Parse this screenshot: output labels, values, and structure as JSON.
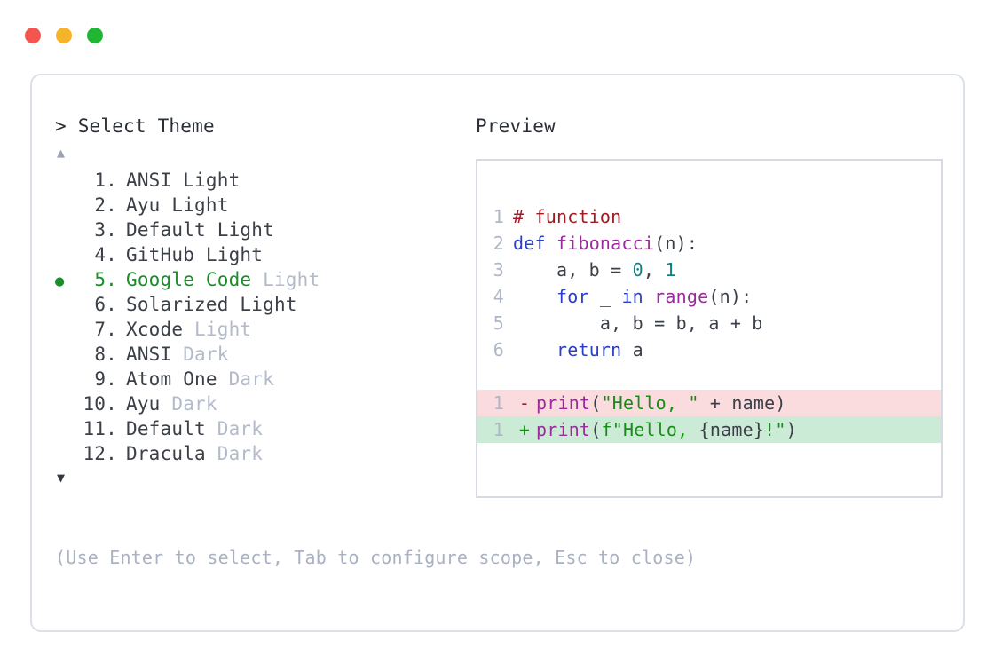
{
  "window": {
    "dots": [
      {
        "name": "close",
        "color": "#F4554E"
      },
      {
        "name": "minimize",
        "color": "#F5B32A"
      },
      {
        "name": "maximize",
        "color": "#21B534"
      }
    ]
  },
  "selector": {
    "prompt_caret": ">",
    "prompt_label": "Select Theme",
    "scroll_up_glyph": "▲",
    "scroll_down_glyph": "▼",
    "selected_bullet": "●",
    "selected_index": 5,
    "items": [
      {
        "index": "1.",
        "name": "ANSI",
        "suffix": "Light",
        "suffix_muted": false,
        "selected": false
      },
      {
        "index": "2.",
        "name": "Ayu",
        "suffix": "Light",
        "suffix_muted": false,
        "selected": false
      },
      {
        "index": "3.",
        "name": "Default",
        "suffix": "Light",
        "suffix_muted": false,
        "selected": false
      },
      {
        "index": "4.",
        "name": "GitHub",
        "suffix": "Light",
        "suffix_muted": false,
        "selected": false
      },
      {
        "index": "5.",
        "name": "Google Code",
        "suffix": "Light",
        "suffix_muted": true,
        "selected": true
      },
      {
        "index": "6.",
        "name": "Solarized",
        "suffix": "Light",
        "suffix_muted": false,
        "selected": false
      },
      {
        "index": "7.",
        "name": "Xcode",
        "suffix": "Light",
        "suffix_muted": true,
        "selected": false
      },
      {
        "index": "8.",
        "name": "ANSI",
        "suffix": "Dark",
        "suffix_muted": true,
        "selected": false
      },
      {
        "index": "9.",
        "name": "Atom One",
        "suffix": "Dark",
        "suffix_muted": true,
        "selected": false
      },
      {
        "index": "10.",
        "name": "Ayu",
        "suffix": "Dark",
        "suffix_muted": true,
        "selected": false
      },
      {
        "index": "11.",
        "name": "Default",
        "suffix": "Dark",
        "suffix_muted": true,
        "selected": false
      },
      {
        "index": "12.",
        "name": "Dracula",
        "suffix": "Dark",
        "suffix_muted": true,
        "selected": false
      }
    ]
  },
  "footer": {
    "hint": "(Use Enter to select, Tab to configure scope, Esc to close)"
  },
  "preview": {
    "title": "Preview",
    "code_lines": [
      {
        "ln": "1",
        "tokens": [
          {
            "t": "# function",
            "c": "t-comment"
          }
        ]
      },
      {
        "ln": "2",
        "tokens": [
          {
            "t": "def ",
            "c": "t-keyword"
          },
          {
            "t": "fibonacci",
            "c": "t-func"
          },
          {
            "t": "(n):",
            "c": "t-plain"
          }
        ]
      },
      {
        "ln": "3",
        "tokens": [
          {
            "t": "    a, b = ",
            "c": "t-plain"
          },
          {
            "t": "0",
            "c": "t-number"
          },
          {
            "t": ", ",
            "c": "t-plain"
          },
          {
            "t": "1",
            "c": "t-number"
          }
        ]
      },
      {
        "ln": "4",
        "tokens": [
          {
            "t": "    ",
            "c": "t-plain"
          },
          {
            "t": "for",
            "c": "t-keyword"
          },
          {
            "t": " _ ",
            "c": "t-plain"
          },
          {
            "t": "in",
            "c": "t-keyword"
          },
          {
            "t": " ",
            "c": "t-plain"
          },
          {
            "t": "range",
            "c": "t-builtin"
          },
          {
            "t": "(n):",
            "c": "t-plain"
          }
        ]
      },
      {
        "ln": "5",
        "tokens": [
          {
            "t": "        a, b = b, a + b",
            "c": "t-plain"
          }
        ]
      },
      {
        "ln": "6",
        "tokens": [
          {
            "t": "    ",
            "c": "t-plain"
          },
          {
            "t": "return",
            "c": "t-keyword"
          },
          {
            "t": " a",
            "c": "t-plain"
          }
        ]
      }
    ],
    "diff_lines": [
      {
        "ln": "1",
        "mark": "-",
        "kind": "diff-del",
        "tokens": [
          {
            "t": "print",
            "c": "t-builtin"
          },
          {
            "t": "(",
            "c": "t-plain"
          },
          {
            "t": "\"Hello, \"",
            "c": "t-string"
          },
          {
            "t": " + name)",
            "c": "t-plain"
          }
        ]
      },
      {
        "ln": "1",
        "mark": "+",
        "kind": "diff-add",
        "tokens": [
          {
            "t": "print",
            "c": "t-builtin"
          },
          {
            "t": "(",
            "c": "t-plain"
          },
          {
            "t": "f\"Hello, ",
            "c": "t-string"
          },
          {
            "t": "{name}",
            "c": "t-plain"
          },
          {
            "t": "!\"",
            "c": "t-string"
          },
          {
            "t": ")",
            "c": "t-plain"
          }
        ]
      }
    ]
  }
}
